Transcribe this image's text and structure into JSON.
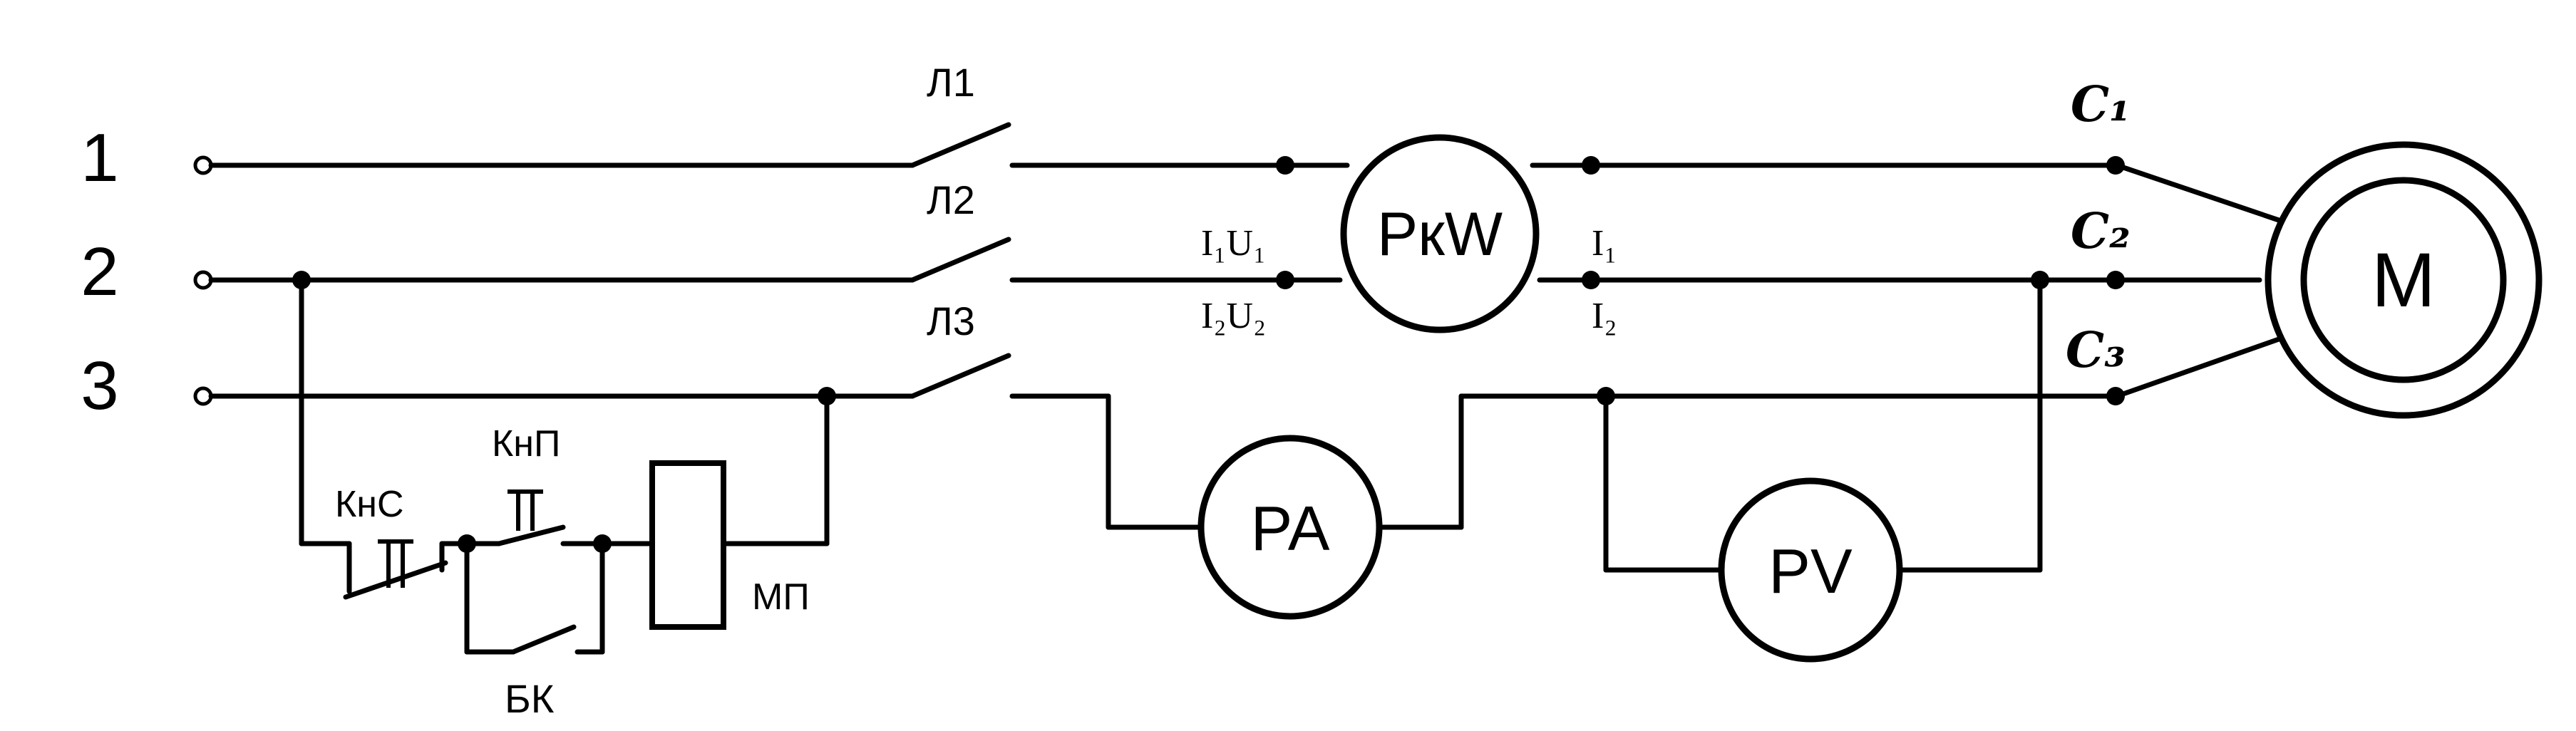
{
  "phases": [
    "1",
    "2",
    "3"
  ],
  "switches": [
    "Л1",
    "Л2",
    "Л3"
  ],
  "meters": {
    "wattmeter": "PкW",
    "ammeter": "PA",
    "voltmeter": "PV",
    "motor": "M"
  },
  "wattmeter_terminals": {
    "in_top": "I₁U₁",
    "in_bottom": "I₂U₂",
    "out_top": "I₁",
    "out_bottom": "I₂"
  },
  "motor_terminals": [
    "C₁",
    "C₂",
    "C₃"
  ],
  "control": {
    "stop_button": "КнС",
    "start_button": "КнП",
    "starter_coil": "МП",
    "aux_contact": "БК"
  }
}
